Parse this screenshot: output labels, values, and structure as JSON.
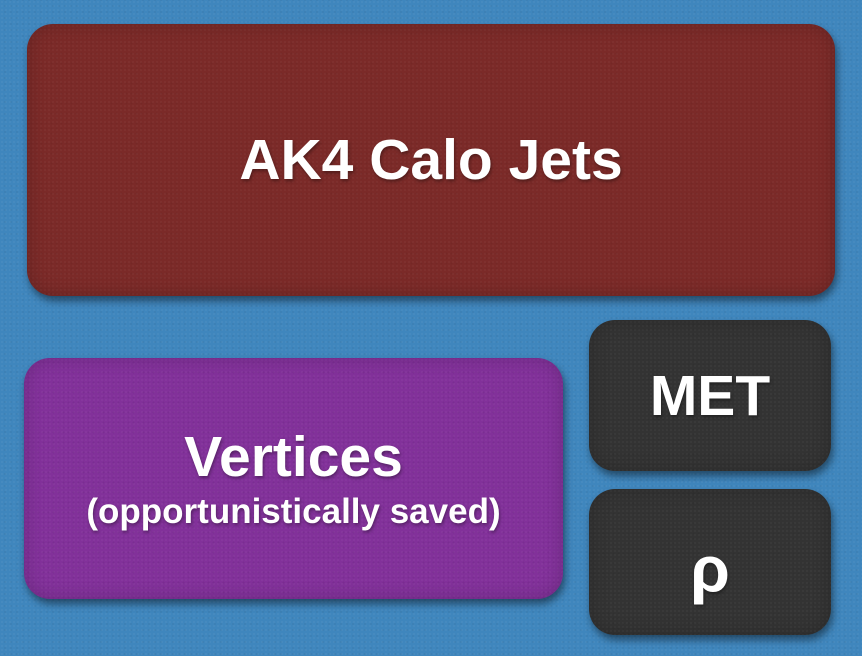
{
  "boxes": {
    "jets": {
      "label": "AK4 Calo Jets",
      "color": "#7b2a28"
    },
    "vertices": {
      "label": "Vertices",
      "sublabel": "(opportunistically saved)",
      "color": "#82319a"
    },
    "met": {
      "label": "MET",
      "color": "#333333"
    },
    "rho": {
      "label": "ρ",
      "color": "#333333"
    }
  },
  "background_color": "#3f86bd"
}
